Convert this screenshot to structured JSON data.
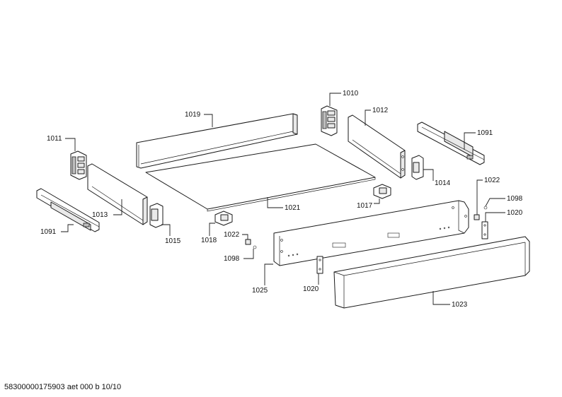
{
  "callouts": {
    "c1010": "1010",
    "c1011": "1011",
    "c1012": "1012",
    "c1013": "1013",
    "c1014": "1014",
    "c1015": "1015",
    "c1017": "1017",
    "c1018": "1018",
    "c1019": "1019",
    "c1020a": "1020",
    "c1020b": "1020",
    "c1021": "1021",
    "c1022a": "1022",
    "c1022b": "1022",
    "c1023": "1023",
    "c1025": "1025",
    "c1091a": "1091",
    "c1091b": "1091",
    "c1098a": "1098",
    "c1098b": "1098"
  },
  "footer": {
    "document_id": "58300000175903 aet 000 b 10/10"
  }
}
